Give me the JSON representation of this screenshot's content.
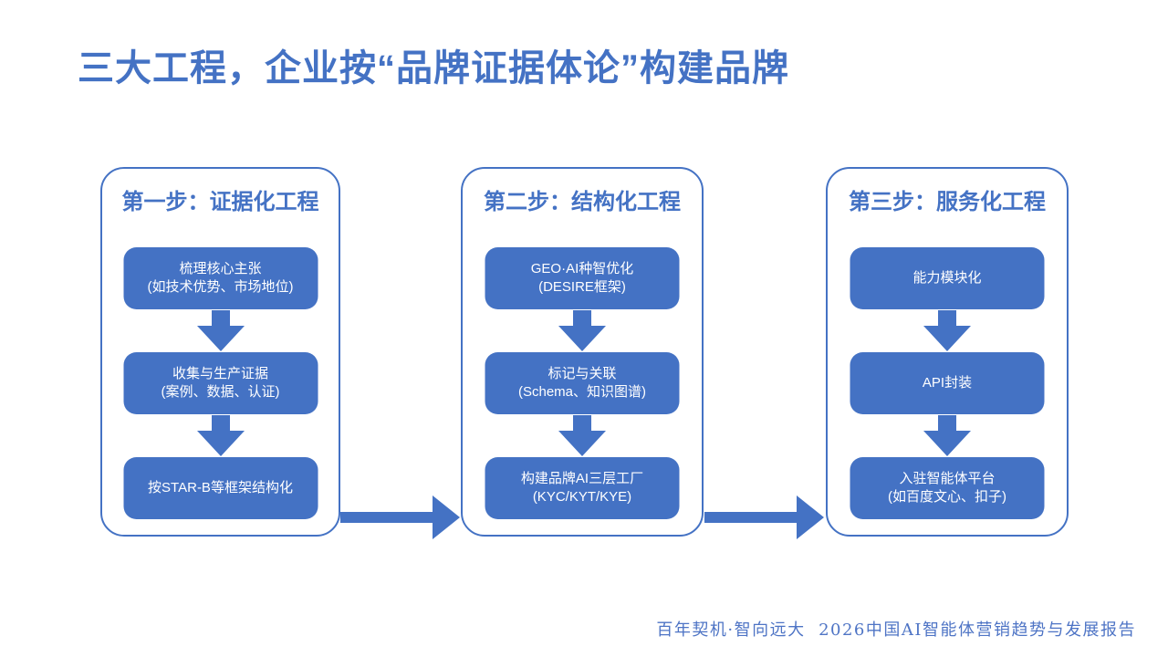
{
  "title": "三大工程，企业按“品牌证据体论”构建品牌",
  "colors": {
    "primary": "#4472C4",
    "box_fill": "#4472C4",
    "box_text": "#FFFFFF",
    "border": "#4472C4",
    "footer_text": "#4E74C5",
    "background": "#FFFFFF"
  },
  "columns": [
    {
      "heading": "第一步：证据化工程",
      "steps": [
        {
          "line1": "梳理核心主张",
          "line2": "(如技术优势、市场地位)"
        },
        {
          "line1": "收集与生产证据",
          "line2": "(案例、数据、认证)"
        },
        {
          "line1": "按STAR-B等框架结构化",
          "line2": ""
        }
      ]
    },
    {
      "heading": "第二步：结构化工程",
      "steps": [
        {
          "line1": "GEO·AI种智优化",
          "line2": "(DESIRE框架)"
        },
        {
          "line1": "标记与关联",
          "line2": "(Schema、知识图谱)"
        },
        {
          "line1": "构建品牌AI三层工厂",
          "line2": "(KYC/KYT/KYE)"
        }
      ]
    },
    {
      "heading": "第三步：服务化工程",
      "steps": [
        {
          "line1": "能力模块化",
          "line2": ""
        },
        {
          "line1": "API封装",
          "line2": ""
        },
        {
          "line1": "入驻智能体平台",
          "line2": "(如百度文心、扣子)"
        }
      ]
    }
  ],
  "footer": {
    "text": "百年契机·智向远大  2026中国AI智能体营销趋势与发展报告"
  }
}
